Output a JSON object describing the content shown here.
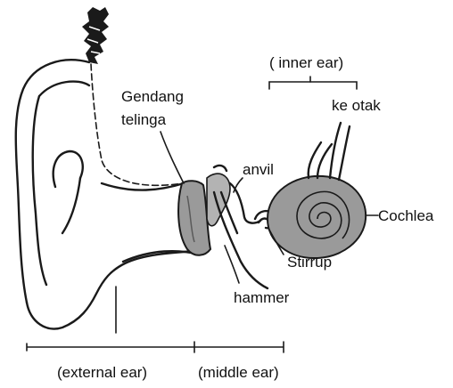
{
  "labels": {
    "inner_ear": "( inner ear)",
    "ke_otak": "ke otak",
    "gendang_line1": "Gendang",
    "gendang_line2": "telinga",
    "anvil": "anvil",
    "cochlea": "Cochlea",
    "stirrup": "Stirrup",
    "hammer": "hammer",
    "external_ear": "(external ear)",
    "middle_ear": "(middle ear)"
  }
}
